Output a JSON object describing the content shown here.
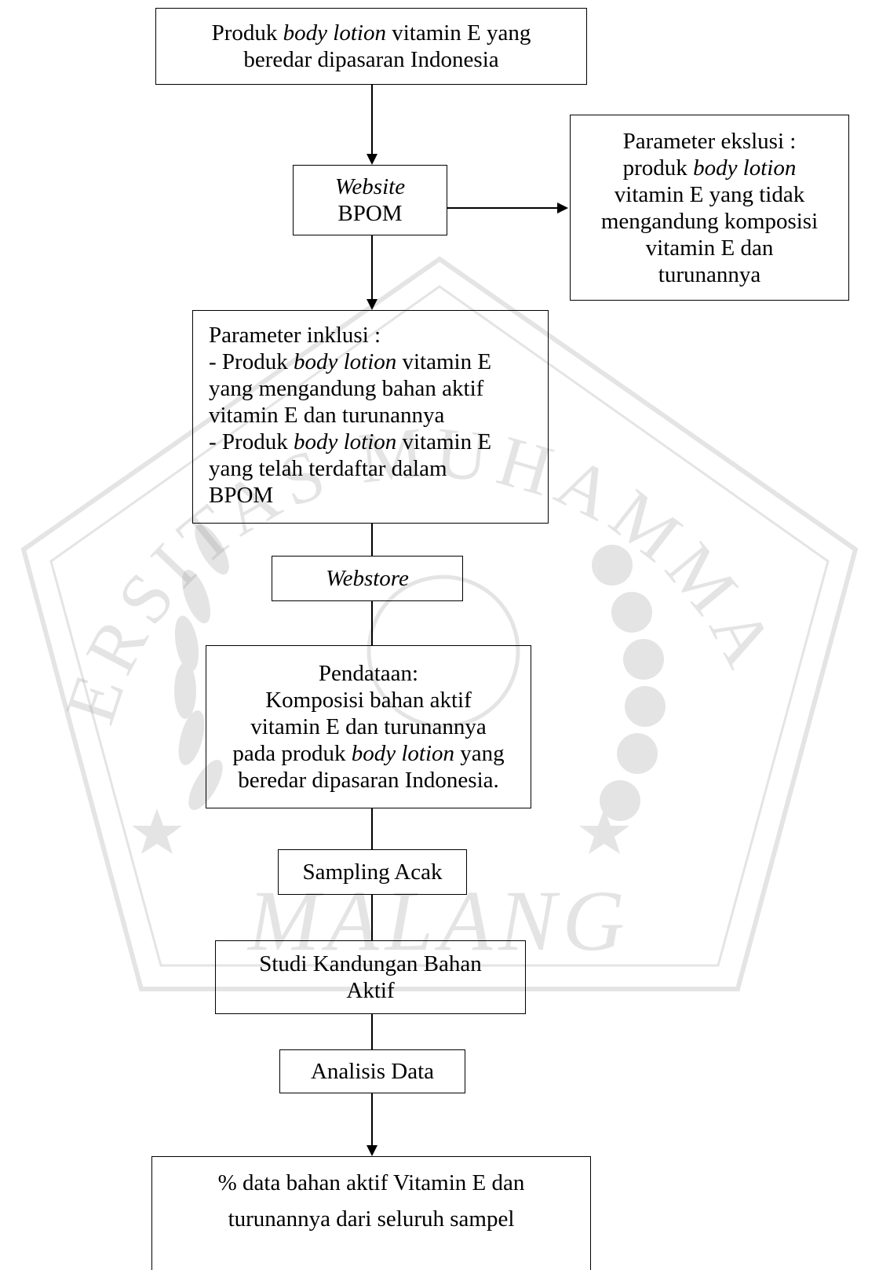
{
  "watermark": {
    "arc_text": "UNIVERSITAS MUHAMMADIYAH",
    "bottom_text": "MALANG"
  },
  "nodes": {
    "produk": {
      "line1_pre": "Produk ",
      "line1_italic": "body lotion",
      "line1_post": " vitamin E yang",
      "line2": "beredar dipasaran Indonesia"
    },
    "website": {
      "line1_italic": "Website",
      "line2": "BPOM"
    },
    "eksklusi": {
      "line1": "Parameter ekslusi :",
      "line2_pre": "produk ",
      "line2_italic": "body lotion",
      "line3": "vitamin E yang tidak",
      "line4": "mengandung komposisi",
      "line5": "vitamin E dan",
      "line6": "turunannya"
    },
    "inklusi": {
      "line1": "Parameter inklusi :",
      "line2_pre": "- Produk ",
      "line2_italic": "body lotion",
      "line2_post": " vitamin E",
      "line3": "yang mengandung bahan aktif",
      "line4": "vitamin E dan turunannya",
      "line5_pre": "- Produk ",
      "line5_italic": "body lotion",
      "line5_post": " vitamin E",
      "line6": "yang telah terdaftar dalam",
      "line7": "BPOM"
    },
    "webstore": {
      "line1_italic": "Webstore"
    },
    "pendataan": {
      "line1": "Pendataan:",
      "line2": "Komposisi bahan aktif",
      "line3": "vitamin E dan turunannya",
      "line4_pre": "pada produk ",
      "line4_italic": "body lotion",
      "line4_post": " yang",
      "line5": "beredar dipasaran Indonesia."
    },
    "sampling": {
      "line1": "Sampling Acak"
    },
    "studi": {
      "line1": "Studi Kandungan Bahan",
      "line2": "Aktif"
    },
    "analisis": {
      "line1": "Analisis Data"
    },
    "hasil": {
      "line1": "% data bahan aktif  Vitamin E dan",
      "line2": "turunannya dari seluruh sampel"
    }
  }
}
